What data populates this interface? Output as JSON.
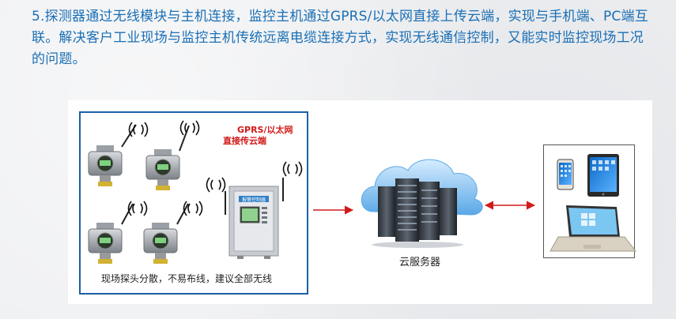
{
  "headline": "5.探测器通过无线模块与主机连接，监控主机通过GPRS/以太网直接上传云端，实现与手机端、PC端互联。解决客户工业现场与监控主机传统远离电缆连接方式，实现无线通信控制，又能实时监控现场工况的问题。",
  "diagram": {
    "tag_line1": "GPRS/以太网",
    "tag_line2": "直接传云端",
    "left_caption": "现场探头分散，不易布线，建议全部无线",
    "cloud_label": "云服务器",
    "controller_label": "报警控制器"
  },
  "colors": {
    "headline": "#1a6fb5",
    "left_border": "#1d5fa8",
    "arrow": "#d11a1a"
  }
}
